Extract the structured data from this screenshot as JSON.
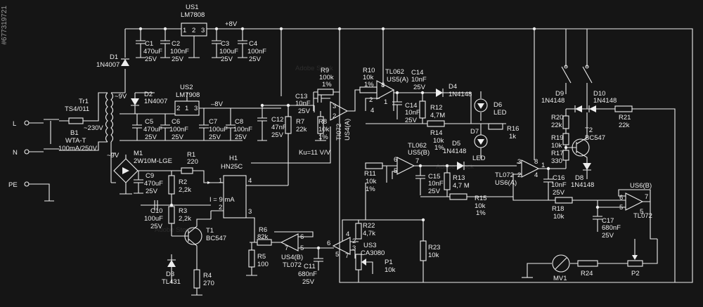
{
  "watermark": {
    "text": "Adobe Stock",
    "stock_id": "#677319721"
  },
  "labels": {
    "us1": "US1",
    "lm7808": "LM7808",
    "p1": "1",
    "p2": "2",
    "p3": "3",
    "v8": "+8V",
    "c1": "C1",
    "c1v": "470uF",
    "c1r": "25V",
    "c2": "C2",
    "c2v": "100nF",
    "c2r": "25V",
    "c3": "C3",
    "c3v": "100uF",
    "c3r": "25V",
    "c4": "C4",
    "c4v": "100nF",
    "c4r": "25V",
    "d1": "D1",
    "d1v": "1N4007",
    "tr1": "Tr1",
    "tr1v": "TS4/011",
    "v9a": "~9V",
    "v9b": "~9V",
    "d2": "D2",
    "d2v": "1N4007",
    "us2": "US2",
    "lm7908": "LM7908",
    "q1": "1",
    "q2": "2",
    "q3": "3",
    "vm8": "–8V",
    "c5": "C5",
    "c5v": "470uF",
    "c5r": "25V",
    "c6": "C6",
    "c6v": "100nF",
    "c6r": "25V",
    "c7": "C7",
    "c7v": "100uF",
    "c7r": "25V",
    "c8": "C8",
    "c8v": "100nF",
    "c8r": "25V",
    "L": "L",
    "N": "N",
    "PE": "PE",
    "v230": "~230V",
    "b1": "B1",
    "b1v": "WTA-T",
    "b1r": "100mA/250V",
    "m1": "M1",
    "m1v": "2W10M-LGE",
    "c9": "C9",
    "c9v": "470uF",
    "c9r": "25V",
    "r1": "R1",
    "r1v": "220",
    "r2": "R2",
    "r2v": "2,2k",
    "r3": "R3",
    "r3v": "2,2k",
    "c10": "C10",
    "c10v": "100uF",
    "c10r": "25V",
    "t1": "T1",
    "t1v": "BC547",
    "d3": "D3",
    "d3v": "TL431",
    "r4": "R4",
    "r4v": "270",
    "h1": "H1",
    "h1v": "HN25C",
    "i9": "I = 9 mA",
    "h1p1": "1",
    "h1p2": "2",
    "h1p3": "3",
    "h1p4": "4",
    "c12": "C12",
    "c12v": "47nF",
    "c12r": "25V",
    "r7": "R7",
    "r7v": "22k",
    "c13": "C13",
    "c13v": "10nF",
    "c13r": "25V",
    "r9": "R9",
    "r9v": "100k",
    "r9t": "1%",
    "r8": "R8",
    "r8v": "10k",
    "r8t": "1%",
    "ku": "Ku=11 V/V",
    "us4a1": "TI072",
    "us4a2": "US4(A)",
    "r10": "R10",
    "r10v": "10k",
    "r10t": "1%",
    "tl062a": "TL062",
    "us5a": "US5(A)",
    "c14": "C14",
    "c14v": "10nF",
    "c14r": "25V",
    "c14b": "C14",
    "c14bv": "10nF",
    "c14br": "25V",
    "d4": "D4",
    "d4v": "1N4148",
    "r12": "R12",
    "r12v": "4,7M",
    "d6": "D6",
    "d6v": "LED",
    "r14": "R14",
    "r14v": "10k",
    "r14t": "1%",
    "d7": "D7",
    "led": "LED",
    "r16": "R16",
    "r16v": "1k",
    "tl062b": "TL062",
    "us5b": "US5(B)",
    "d5": "D5",
    "d5v": "1N4148",
    "r11": "R11",
    "r11v": "10k",
    "r11t": "1%",
    "c15": "C15",
    "c15v": "10nF",
    "c15r": "25V",
    "r13": "R13",
    "r13v": "4,7 M",
    "r15": "R15",
    "r15v": "10k",
    "r15t": "1%",
    "tl072a": "TL072",
    "us6a": "US6(A)",
    "d9": "D9",
    "d9v": "1N4148",
    "d10": "D10",
    "d10v": "1N4148",
    "r20": "R20",
    "r20v": "22k",
    "r21": "R21",
    "r21v": "22k",
    "r19": "R19",
    "r19v": "10k",
    "r17": "R17",
    "r17v": "330",
    "t2": "T2",
    "t2v": "BC547",
    "d8": "D8",
    "d8v": "1N4148",
    "c16": "C16",
    "c16v": "10nF",
    "c16r": "25V",
    "r18": "R18",
    "r18v": "10k",
    "us6b": "US6(B)",
    "tl072b": "TL072",
    "c17": "C17",
    "c17v": "680nF",
    "c17r": "25V",
    "r6": "R6",
    "r6v": "82k",
    "r5": "R5",
    "r5v": "100",
    "us4b": "US4(B)",
    "tl072c": "TL072",
    "c11": "C11",
    "c11v": "680nF",
    "c11r": "25V",
    "r22": "R22",
    "r22v": "4,7k",
    "us3": "US3",
    "us3v": "CA3080",
    "p1l": "P1",
    "p1v": "10k",
    "r23": "R23",
    "r23v": "10k",
    "mv1": "MV1",
    "r24": "R24",
    "p2l": "P2",
    "n8": "8",
    "n4": "4",
    "n3": "3",
    "n2": "2",
    "n1": "1",
    "n5": "5",
    "n6": "6",
    "n7": "7"
  }
}
